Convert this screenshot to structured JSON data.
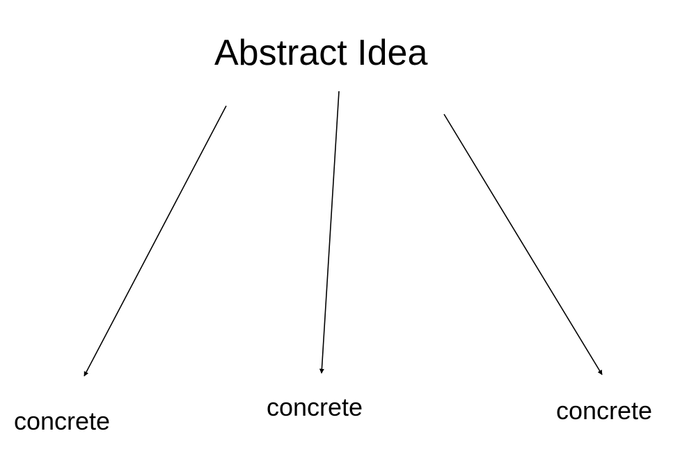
{
  "title": "Abstract Idea",
  "nodes": [
    {
      "label": "concrete"
    },
    {
      "label": "concrete"
    },
    {
      "label": "concrete"
    }
  ],
  "colors": {
    "background": "#ffffff",
    "ink": "#000000"
  }
}
